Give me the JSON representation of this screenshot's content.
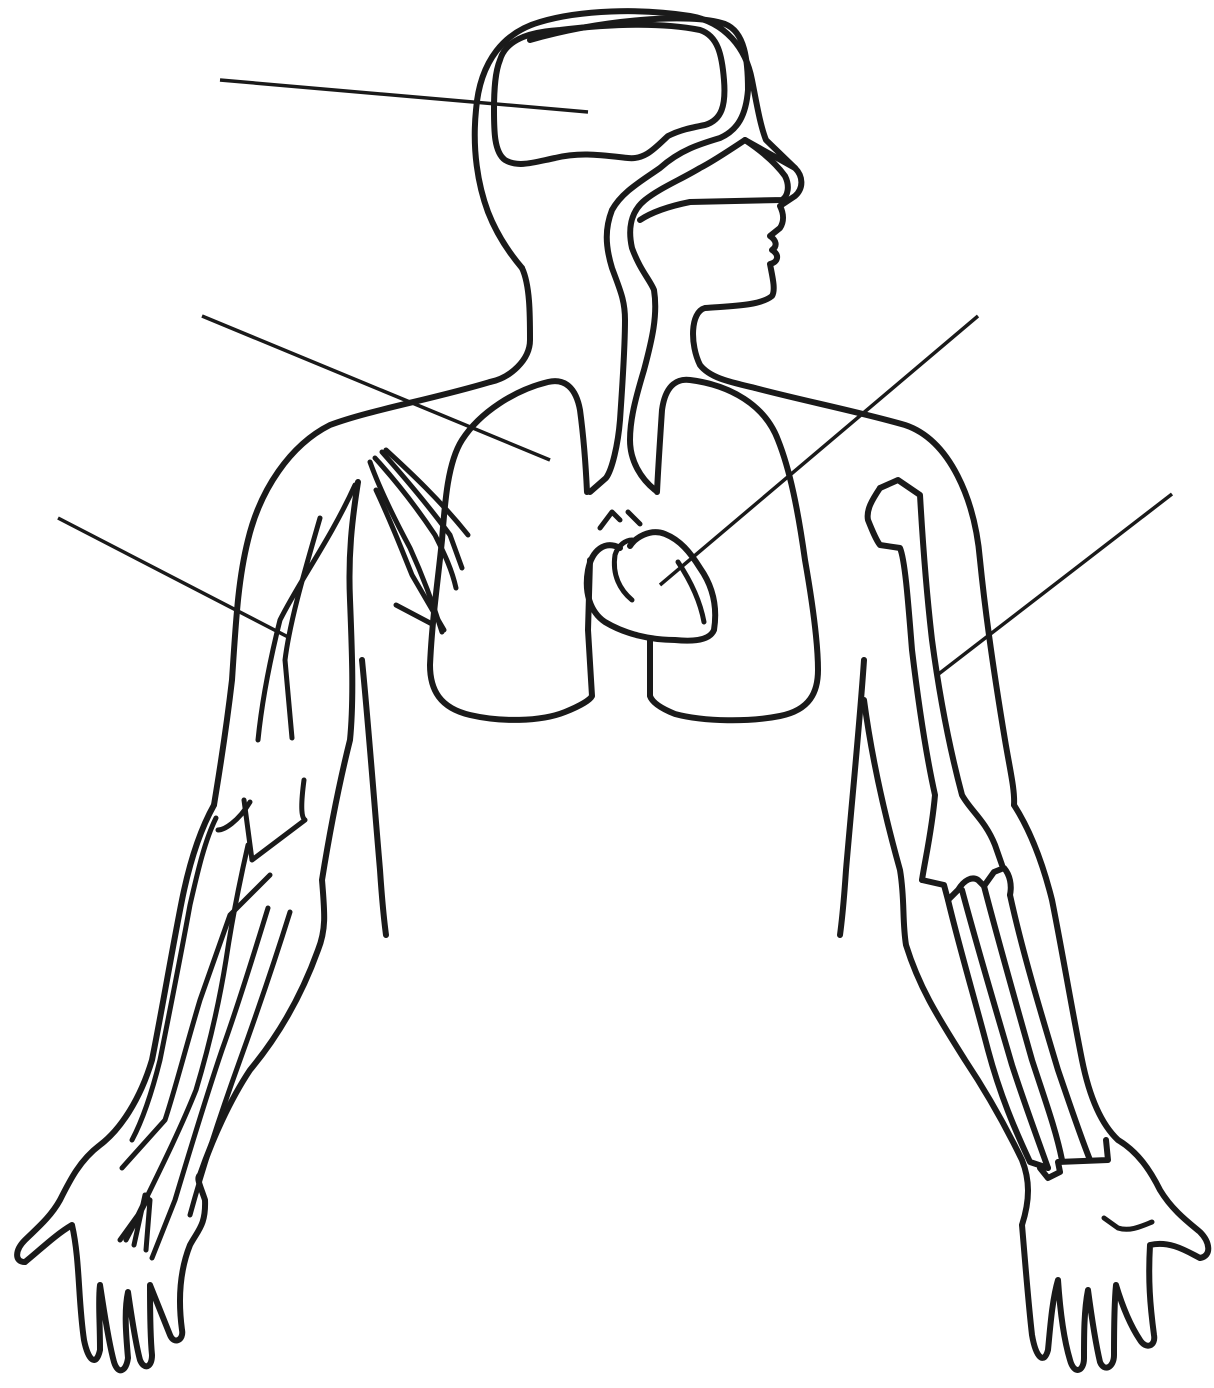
{
  "diagram": {
    "subject": "human-body-organ-systems-outline",
    "label_slots": [
      {
        "id": "brain",
        "text": ""
      },
      {
        "id": "lungs",
        "text": ""
      },
      {
        "id": "muscle",
        "text": ""
      },
      {
        "id": "heart",
        "text": ""
      },
      {
        "id": "bone",
        "text": ""
      }
    ]
  },
  "colors": {
    "stroke": "#1a1a1a",
    "background": "#ffffff"
  }
}
